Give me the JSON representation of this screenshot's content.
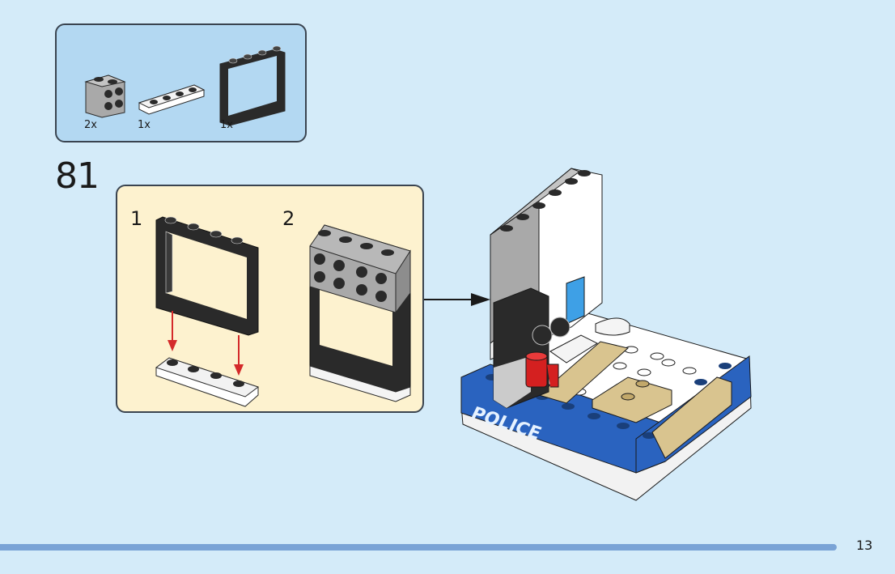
{
  "page": {
    "page_number": "13",
    "step_number": "81",
    "colors": {
      "background": "#d4ebf9",
      "parts_box": "#b3d8f2",
      "substeps_box": "#fdf2cf",
      "footer_bar": "#7aa3d6",
      "arrow_red": "#d42a2a",
      "brick_blue": "#2a63bf",
      "brick_gray": "#a9a9a9",
      "brick_black": "#2a2a2a",
      "brick_tan": "#d9c48f",
      "mug_red": "#d42020"
    }
  },
  "parts_list": [
    {
      "name": "light-gray-brick-1x2-with-studs-on-side",
      "qty": "2x"
    },
    {
      "name": "white-plate-1x4",
      "qty": "1x"
    },
    {
      "name": "black-window-frame-1x4x3",
      "qty": "1x"
    }
  ],
  "substeps": [
    {
      "label": "1",
      "description": "attach-window-frame-to-white-plate"
    },
    {
      "label": "2",
      "description": "add-gray-bricks-on-top-of-frame"
    }
  ],
  "model": {
    "label_text": "POLICE",
    "icons": [
      "coffee-machine",
      "computer-monitor",
      "keyboard",
      "red-mug",
      "tan-desk",
      "white-chair"
    ]
  }
}
